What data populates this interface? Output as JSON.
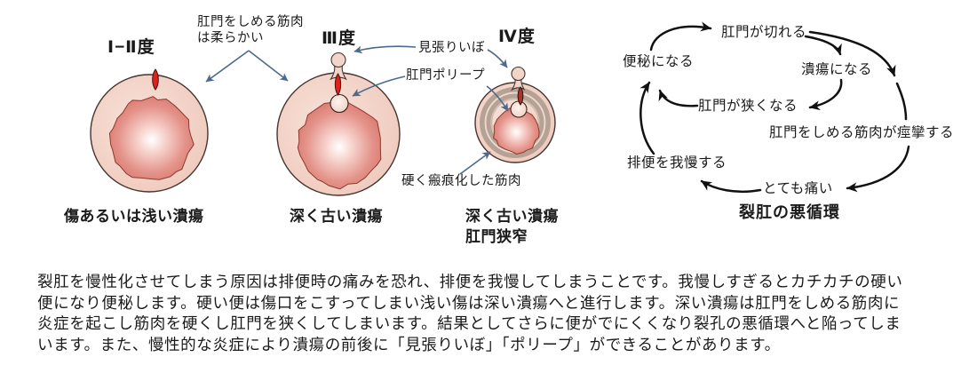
{
  "colors": {
    "annotation_arrow": "#4c6a8c",
    "cycle_arrow": "#111111",
    "anal_ring_fill": "#f0ccc0",
    "ulcer_fill": "#db776d",
    "fissure_red": "#e2201b",
    "fissure_dark_red": "#a8352c",
    "scar_ring": "#b5a295",
    "outline": "#463530",
    "text": "#1a1a1a"
  },
  "stages": [
    {
      "degree_label": "Ⅰ−Ⅱ度",
      "caption": "傷あるいは浅い潰瘍"
    },
    {
      "degree_label": "Ⅲ度",
      "caption": "深く古い潰瘍"
    },
    {
      "degree_label": "Ⅳ度",
      "caption_line1": "深く古い潰瘍",
      "caption_line2": "肛門狭窄"
    }
  ],
  "annotations": {
    "soft_muscle_line1": "肛門をしめる筋肉",
    "soft_muscle_line2": "は柔らかい",
    "sentinel_pile": "見張りいぼ",
    "anal_polyp": "肛門ポリープ",
    "scarred_muscle": "硬く瘢痕化した筋肉"
  },
  "cycle": {
    "title": "裂肛の悪循環",
    "nodes": [
      {
        "label": "肛門が切れる"
      },
      {
        "label": "便秘になる"
      },
      {
        "label": "潰瘍になる"
      },
      {
        "label": "肛門が狭くなる"
      },
      {
        "label": "肛門をしめる筋肉が痙攣する"
      },
      {
        "label": "排便を我慢する"
      },
      {
        "label": "とても痛い"
      }
    ]
  },
  "paragraph": {
    "lines": [
      "裂肛を慢性化させてしまう原因は排便時の痛みを恐れ、排便を我慢してしまうことです。我慢しすぎるとカチカチの硬い",
      "便になり便秘します。硬い便は傷口をこすってしまい浅い傷は深い潰瘍へと進行します。深い潰瘍は肛門をしめる筋肉に",
      "炎症を起こし筋肉を硬くし肛門を狭くしてしまいます。結果としてさらに便がでにくくなり裂孔の悪循環へと陥ってしま",
      "います。また、慢性的な炎症により潰瘍の前後に「見張りいぼ」「ポリープ」ができることがあります。"
    ]
  }
}
